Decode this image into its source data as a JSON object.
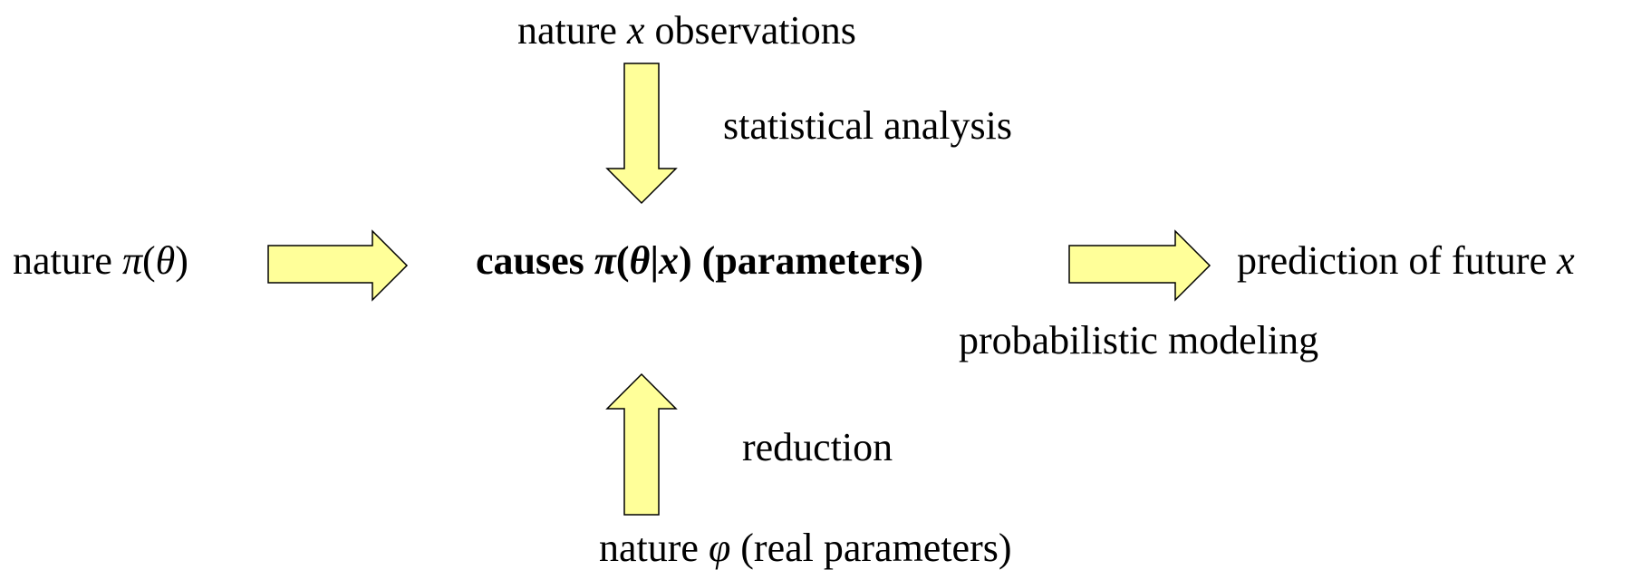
{
  "colors": {
    "arrow_fill": "#ffff99",
    "arrow_stroke": "#000000",
    "text": "#000000"
  },
  "nodes": {
    "top": {
      "prefix": "nature ",
      "var": "x",
      "suffix": " observations"
    },
    "left": {
      "prefix": "nature ",
      "pi": "π",
      "open": "(",
      "theta": "θ",
      "close": ")"
    },
    "center": {
      "prefix": "causes ",
      "pi": "π",
      "open": "(",
      "theta": "θ",
      "bar": "|",
      "x": "x",
      "close": ")",
      "suffix": " (parameters)"
    },
    "right": {
      "text": "prediction of future ",
      "var": "x"
    },
    "bottom": {
      "prefix": "nature ",
      "var": "φ",
      "suffix": " (real parameters)"
    }
  },
  "edges": {
    "top_label": "statistical analysis",
    "right_label": "probabilistic modeling",
    "bottom_label": "reduction"
  }
}
